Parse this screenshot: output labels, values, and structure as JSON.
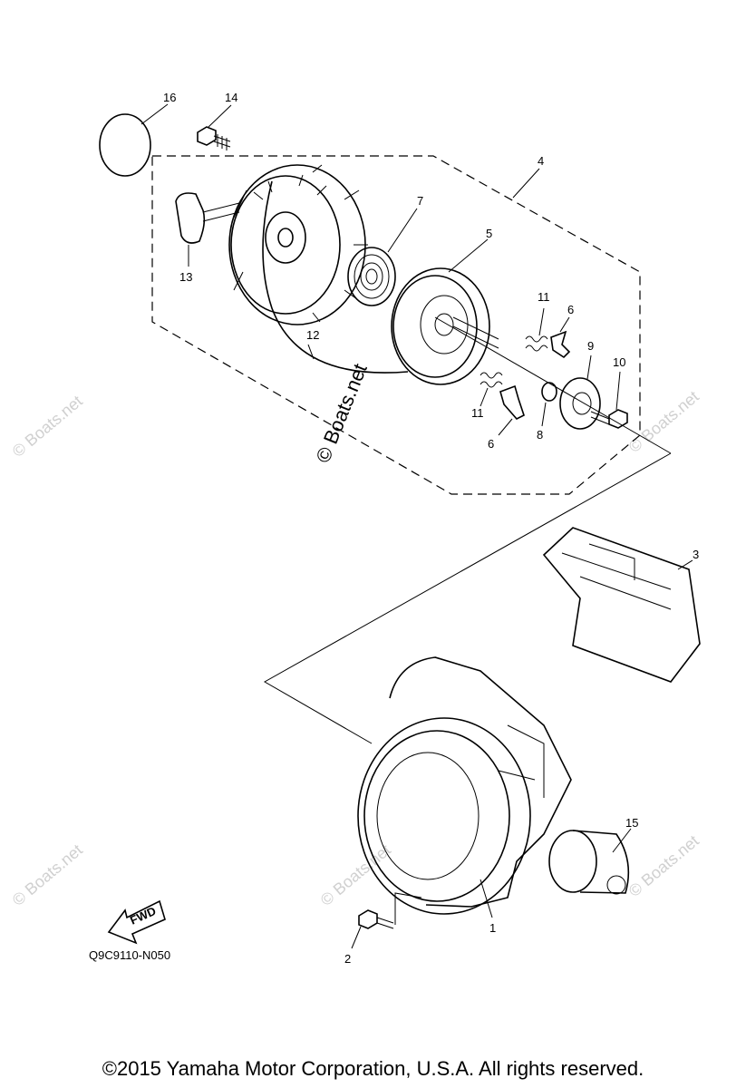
{
  "diagram": {
    "code": "Q9C9110-N050",
    "fwd_label": "FWD",
    "copyright": "©2015 Yamaha Motor Corporation, U.S.A. All rights reserved.",
    "watermark_main": "© Boats.net",
    "watermark_faint": "© Boats.net",
    "callouts": {
      "c1": "1",
      "c2": "2",
      "c3": "3",
      "c4": "4",
      "c5": "5",
      "c6a": "6",
      "c6b": "6",
      "c7": "7",
      "c8": "8",
      "c9": "9",
      "c10": "10",
      "c11a": "11",
      "c11b": "11",
      "c12": "12",
      "c13": "13",
      "c14": "14",
      "c15": "15",
      "c16": "16"
    }
  }
}
